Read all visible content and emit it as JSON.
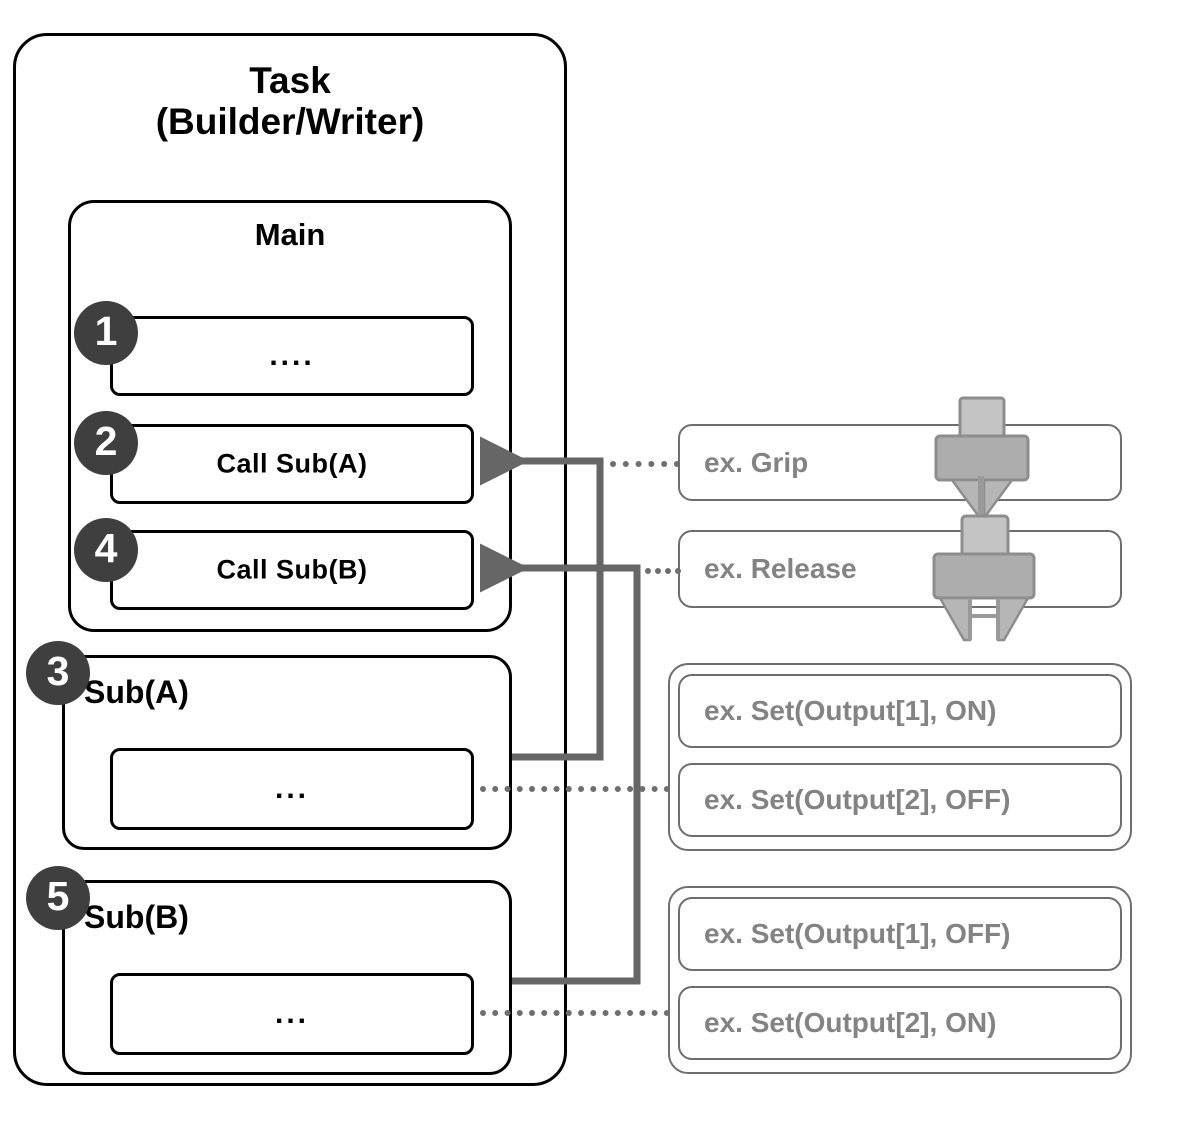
{
  "diagram": {
    "title_line1": "Task",
    "title_line2": "(Builder/Writer)",
    "main_title": "Main",
    "sub_a_label": "Sub(A)",
    "sub_b_label": "Sub(B)"
  },
  "main_steps": [
    {
      "number": "1",
      "text": "...."
    },
    {
      "number": "2",
      "text": "Call Sub(A)"
    },
    {
      "number": "4",
      "text": "Call Sub(B)"
    }
  ],
  "subroutines": [
    {
      "number": "3",
      "label": "Sub(A)",
      "body_text": "..."
    },
    {
      "number": "5",
      "label": "Sub(B)",
      "body_text": "..."
    }
  ],
  "examples": {
    "actions": [
      {
        "label": "ex. Grip",
        "icon": "gripper-closed-icon"
      },
      {
        "label": "ex. Release",
        "icon": "gripper-open-icon"
      }
    ],
    "groups": [
      {
        "items": [
          {
            "label": "ex. Set(Output[1], ON)"
          },
          {
            "label": "ex. Set(Output[2], OFF)"
          }
        ]
      },
      {
        "items": [
          {
            "label": "ex. Set(Output[1], OFF)"
          },
          {
            "label": "ex. Set(Output[2], ON)"
          }
        ]
      }
    ]
  },
  "colors": {
    "outline_black": "#000000",
    "outline_gray": "#6e6e6e",
    "circle_fill": "#3f3f3f",
    "example_text": "#838383",
    "wire_gray": "#666666",
    "gripper_light": "#bfbfbf",
    "gripper_mid": "#a6a6a6",
    "background": "#ffffff"
  }
}
